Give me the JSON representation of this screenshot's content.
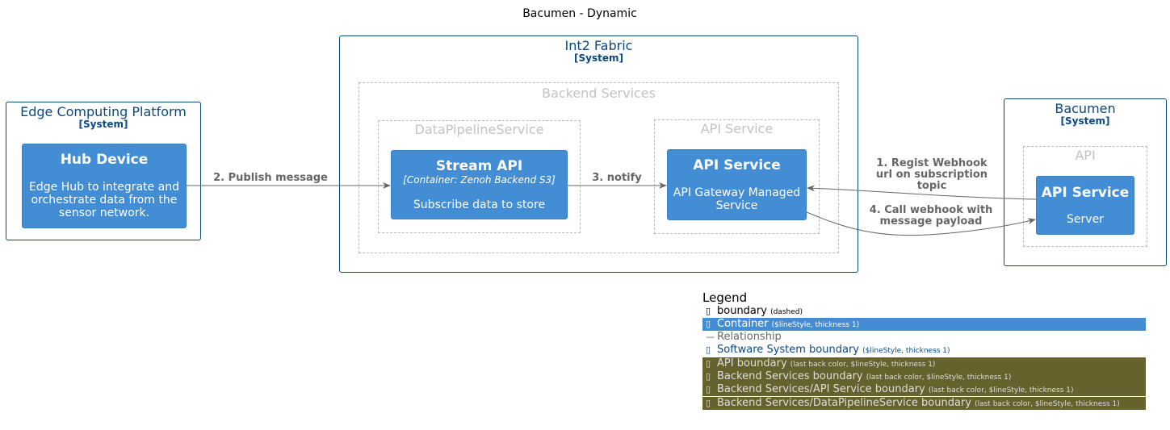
{
  "title": "Bacumen - Dynamic",
  "systems": {
    "edge": {
      "name": "Edge Computing Platform",
      "tag": "[System]"
    },
    "fabric": {
      "name": "Int2 Fabric",
      "tag": "[System]"
    },
    "bacumen": {
      "name": "Bacumen",
      "tag": "[System]"
    }
  },
  "boundaries": {
    "backend": "Backend Services",
    "pipeline": "DataPipelineService",
    "apiservice": "API Service",
    "api": "API"
  },
  "nodes": {
    "hub": {
      "title": "Hub Device",
      "desc": "Edge Hub to integrate and orchestrate data from the sensor network."
    },
    "stream": {
      "title": "Stream API",
      "tech": "[Container: Zenoh Backend S3]",
      "desc": "Subscribe data to store"
    },
    "gateway": {
      "title": "API Service",
      "desc": "API Gateway Managed Service"
    },
    "server": {
      "title": "API Service",
      "desc": "Server"
    }
  },
  "relationships": {
    "publish": "2. Publish message",
    "notify": "3. notify",
    "regist": "1. Regist Webhook url on subscription topic",
    "call": "4. Call webhook with message payload"
  },
  "legend": {
    "title": "Legend",
    "items": [
      {
        "icon": "▯",
        "label": "boundary",
        "note": "(dashed)",
        "bg": "#ffffff",
        "fg": "#000000"
      },
      {
        "icon": "▯",
        "label": "Container",
        "note": "($lineStyle, thickness 1)",
        "bg": "#438dd5",
        "fg": "#ffffff"
      },
      {
        "icon": "—",
        "label": "Relationship",
        "note": "",
        "bg": "#ffffff",
        "fg": "#666666"
      },
      {
        "icon": "▯",
        "label": "Software System boundary",
        "note": "($lineStyle, thickness 1)",
        "bg": "#ffffff",
        "fg": "#0b4884"
      },
      {
        "icon": "▯",
        "label": "API boundary",
        "note": "(last back color, $lineStyle, thickness 1)",
        "bg": "#66622e",
        "fg": "#dddddd"
      },
      {
        "icon": "▯",
        "label": "Backend Services boundary",
        "note": "(last back color, $lineStyle, thickness 1)",
        "bg": "#66622e",
        "fg": "#dddddd"
      },
      {
        "icon": "▯",
        "label": "Backend Services/API Service boundary",
        "note": "(last back color, $lineStyle, thickness 1)",
        "bg": "#66622e",
        "fg": "#dddddd"
      },
      {
        "icon": "▯",
        "label": "Backend Services/DataPipelineService boundary",
        "note": "(last back color, $lineStyle, thickness 1)",
        "bg": "#66622e",
        "fg": "#dddddd"
      }
    ]
  },
  "colors": {
    "container": "#438dd5",
    "system_border": "#0b4884",
    "boundary_dashed": "#bbbbbb",
    "arrow": "#666666",
    "legend_dark": "#66622e"
  }
}
